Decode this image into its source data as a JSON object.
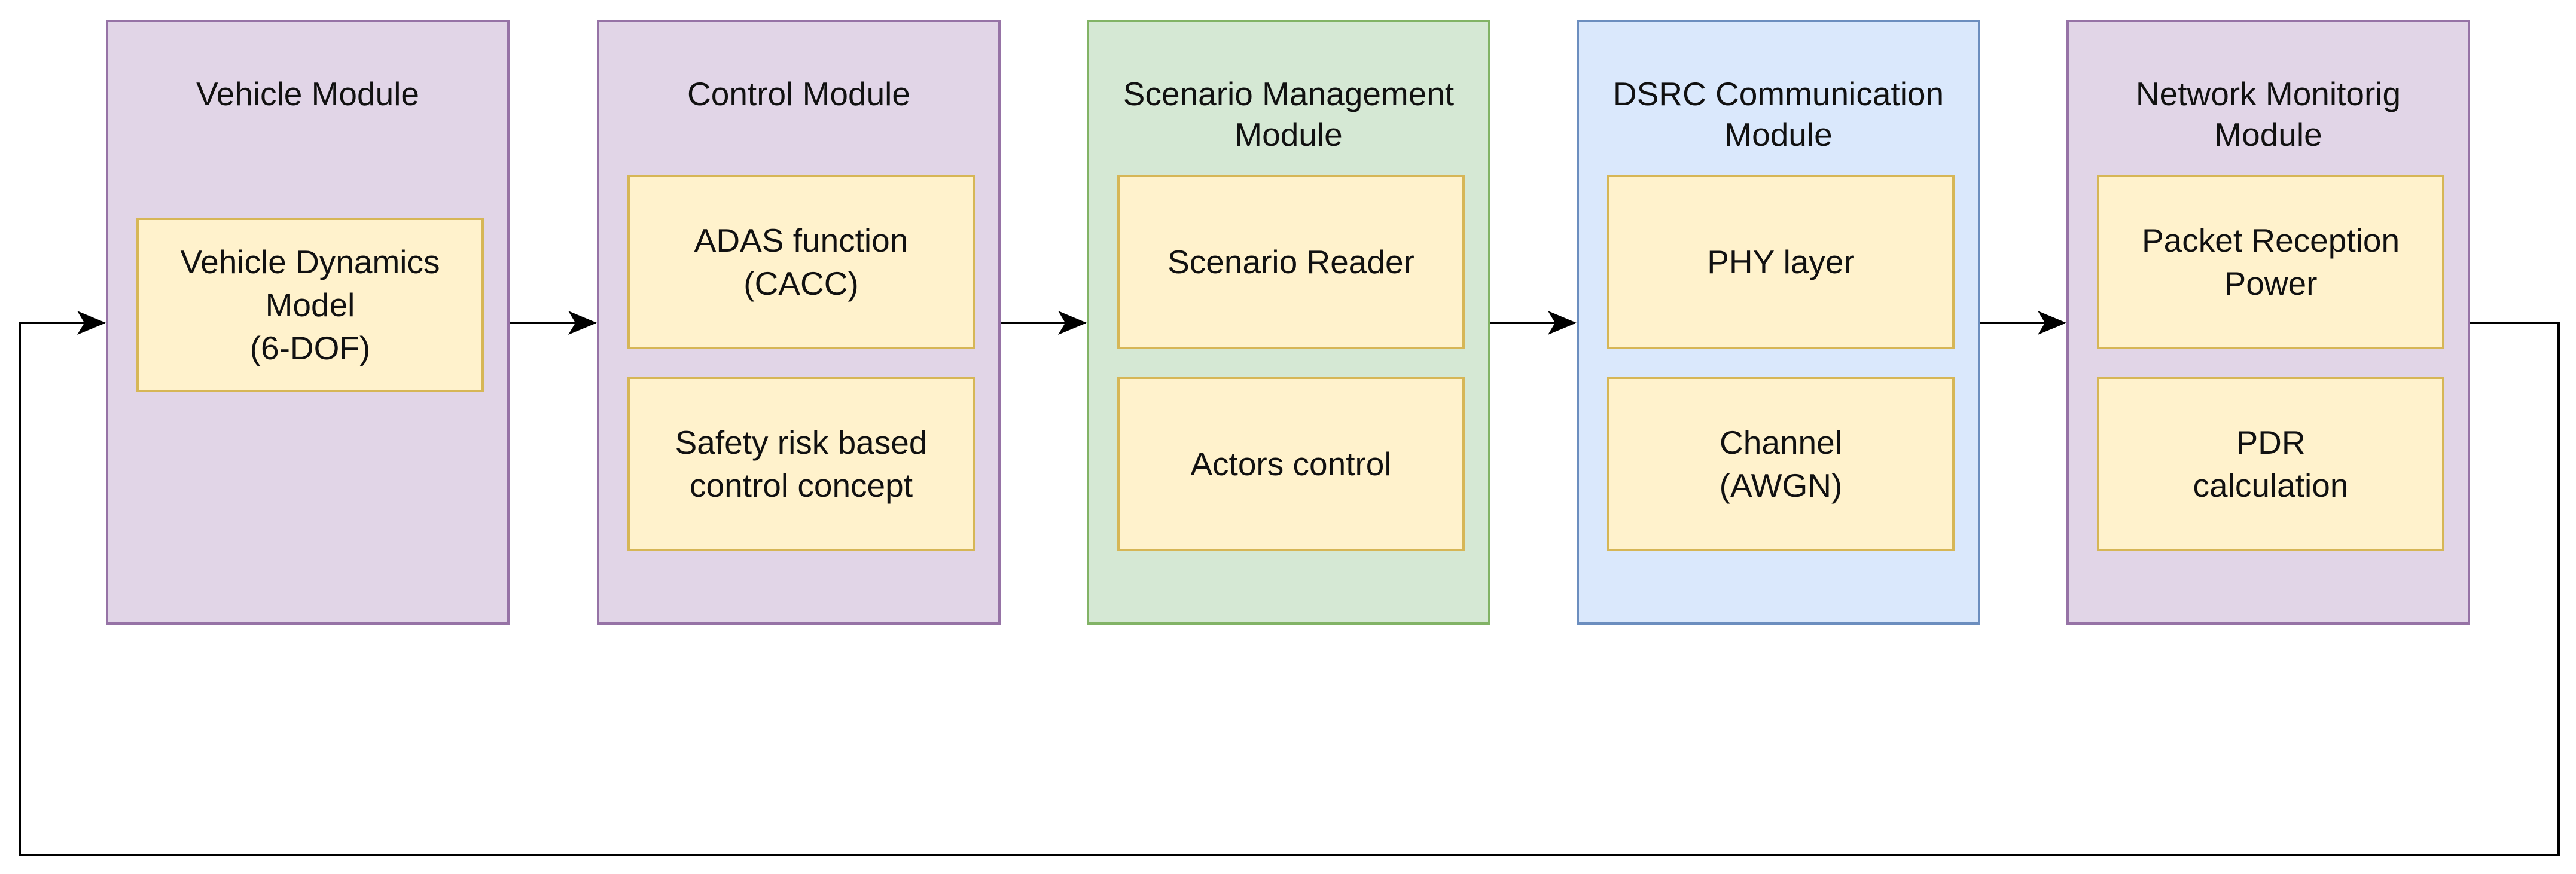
{
  "colors": {
    "purple_fill": "#e1d5e7",
    "purple_border": "#9673a6",
    "green_fill": "#d5e8d4",
    "green_border": "#82b366",
    "blue_fill": "#dae8fc",
    "blue_border": "#6c8ebf",
    "block_fill": "#fff2cc",
    "block_border": "#d6b656",
    "arrow": "#000000"
  },
  "modules": [
    {
      "title": [
        "Vehicle Module"
      ],
      "color": "purple",
      "blocks": [
        [
          "Vehicle Dynamics",
          "Model",
          "(6-DOF)"
        ]
      ]
    },
    {
      "title": [
        "Control Module"
      ],
      "color": "purple",
      "blocks": [
        [
          "ADAS function",
          "(CACC)"
        ],
        [
          "Safety risk based",
          "control concept"
        ]
      ]
    },
    {
      "title": [
        "Scenario Management",
        "Module"
      ],
      "color": "green",
      "blocks": [
        [
          "Scenario Reader"
        ],
        [
          "Actors control"
        ]
      ]
    },
    {
      "title": [
        "DSRC Communication",
        "Module"
      ],
      "color": "blue",
      "blocks": [
        [
          "PHY layer"
        ],
        [
          "Channel",
          "(AWGN)"
        ]
      ]
    },
    {
      "title": [
        "Network Monitorig",
        "Module"
      ],
      "color": "purple",
      "blocks": [
        [
          "Packet Reception",
          "Power"
        ],
        [
          "PDR",
          "calculation"
        ]
      ]
    }
  ]
}
